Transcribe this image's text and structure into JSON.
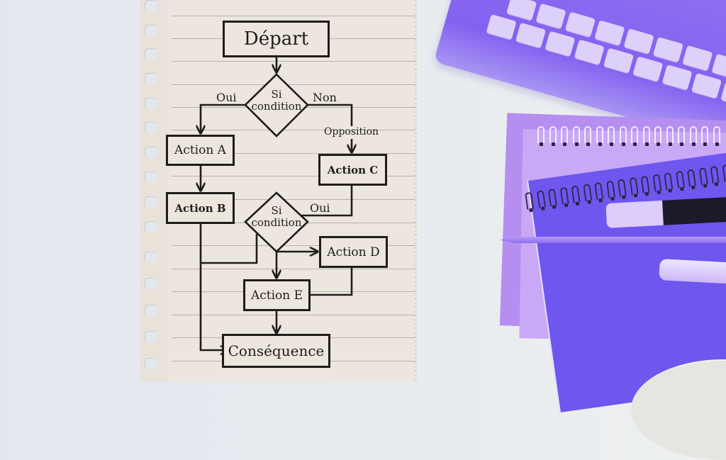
{
  "scene": {
    "background_color": "#e4e8ee",
    "paper_color": "#ece6de",
    "ink_color": "#1f1d1b",
    "accent_purple": "#6e56ef",
    "light_purple": "#c9a8f6"
  },
  "flowchart": {
    "start": {
      "label": "Départ"
    },
    "decision1": {
      "line1": "Si",
      "line2": "condition",
      "yes_label": "Oui",
      "no_label": "Non"
    },
    "opposition_label": "Opposition",
    "action_a": {
      "label": "Action A"
    },
    "action_b": {
      "label": "Action B"
    },
    "action_c": {
      "label": "Action C"
    },
    "decision2": {
      "line1": "Si",
      "line2": "condition",
      "yes_label": "Oui"
    },
    "action_d": {
      "label": "Action D"
    },
    "action_e": {
      "label": "Action E"
    },
    "end": {
      "label": "Conséquence"
    }
  },
  "photo_objects": [
    "keyboard",
    "spiral-notebooks",
    "marker",
    "pencil",
    "pen",
    "cup"
  ]
}
